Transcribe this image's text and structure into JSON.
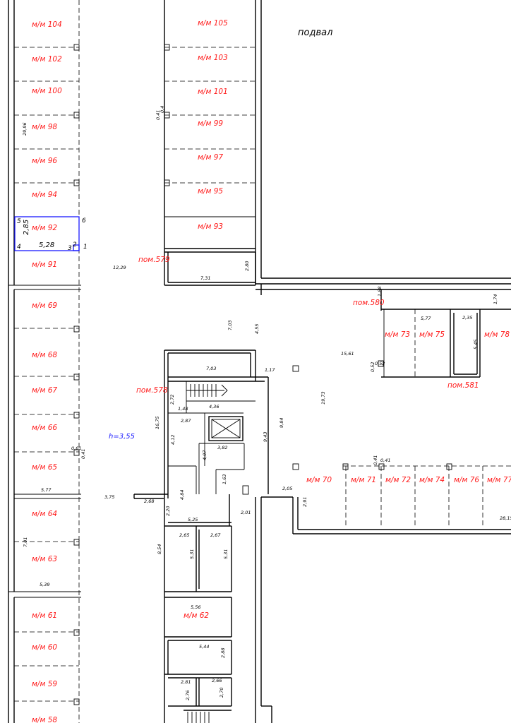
{
  "title": "подвал",
  "height_label": "h=3,55",
  "spots": {
    "s104": "м/м 104",
    "s102": "м/м 102",
    "s100": "м/м 100",
    "s98": "м/м 98",
    "s96": "м/м 96",
    "s94": "м/м 94",
    "s92": "м/м 92",
    "s91": "м/м 91",
    "s105": "м/м 105",
    "s103": "м/м 103",
    "s101": "м/м 101",
    "s99": "м/м 99",
    "s97": "м/м 97",
    "s95": "м/м 95",
    "s93": "м/м 93",
    "s69": "м/м 69",
    "s68": "м/м 68",
    "s67": "м/м 67",
    "s66": "м/м 66",
    "s65": "м/м 65",
    "s64": "м/м 64",
    "s63": "м/м 63",
    "s61": "м/м 61",
    "s60": "м/м 60",
    "s59": "м/м 59",
    "s58": "м/м 58",
    "s62": "м/м 62",
    "s73": "м/м 73",
    "s75": "м/м 75",
    "s78": "м/м 78",
    "s70": "м/м 70",
    "s71": "м/м 71",
    "s72": "м/м 72",
    "s74": "м/м 74",
    "s76": "м/м 76",
    "s77": "м/м 77"
  },
  "rooms": {
    "p579": "пом.579",
    "p580": "пом.580",
    "p578": "пом.578",
    "p581": "пом.581"
  },
  "selection": {
    "side_a": "5,28",
    "side_b": "2,85",
    "p1": "1",
    "p2": "2",
    "p3": "3",
    "p4": "4",
    "p5": "5",
    "p6": "6"
  },
  "dims": {
    "d2996": "29,96",
    "d041a": "0,41",
    "d04": "0,4",
    "d1229": "12,29",
    "d731": "7,31",
    "d280": "2,80",
    "d703a": "7,03",
    "d455": "4,55",
    "d188": "1,88",
    "d174": "1,74",
    "d577a": "5,77",
    "d235": "2,35",
    "d545": "5,45",
    "d1561": "15,61",
    "d052a": "0,52",
    "d052b": "0,52",
    "d703b": "7,03",
    "d117": "1,17",
    "d272": "2,72",
    "d148": "1,48",
    "d436": "4,36",
    "d1675": "16,75",
    "d287": "2,87",
    "d412": "4,12",
    "d407": "4,07",
    "d382": "3,82",
    "d943": "9,43",
    "d984": "9,84",
    "d1973": "19,73",
    "d041b": "0,41",
    "d041c": "0,41",
    "d061": "0,61",
    "d041d": "0,41",
    "d577b": "5,77",
    "d375": "3,75",
    "d268": "2,68",
    "d484": "4,84",
    "d163": "1,63",
    "d201": "2,01",
    "d205": "2,05",
    "d291": "2,91",
    "d220": "2,20",
    "d525": "5,25",
    "d2815": "28,15",
    "d701": "7,01",
    "d854": "8,54",
    "d265": "2,65",
    "d267": "2,67",
    "d531a": "5,31",
    "d531b": "5,31",
    "d539": "5,39",
    "d556": "5,56",
    "d544": "5,44",
    "d288": "2,88",
    "d281": "2,81",
    "d266": "2,66",
    "d276": "2,76",
    "d270": "2,70"
  }
}
